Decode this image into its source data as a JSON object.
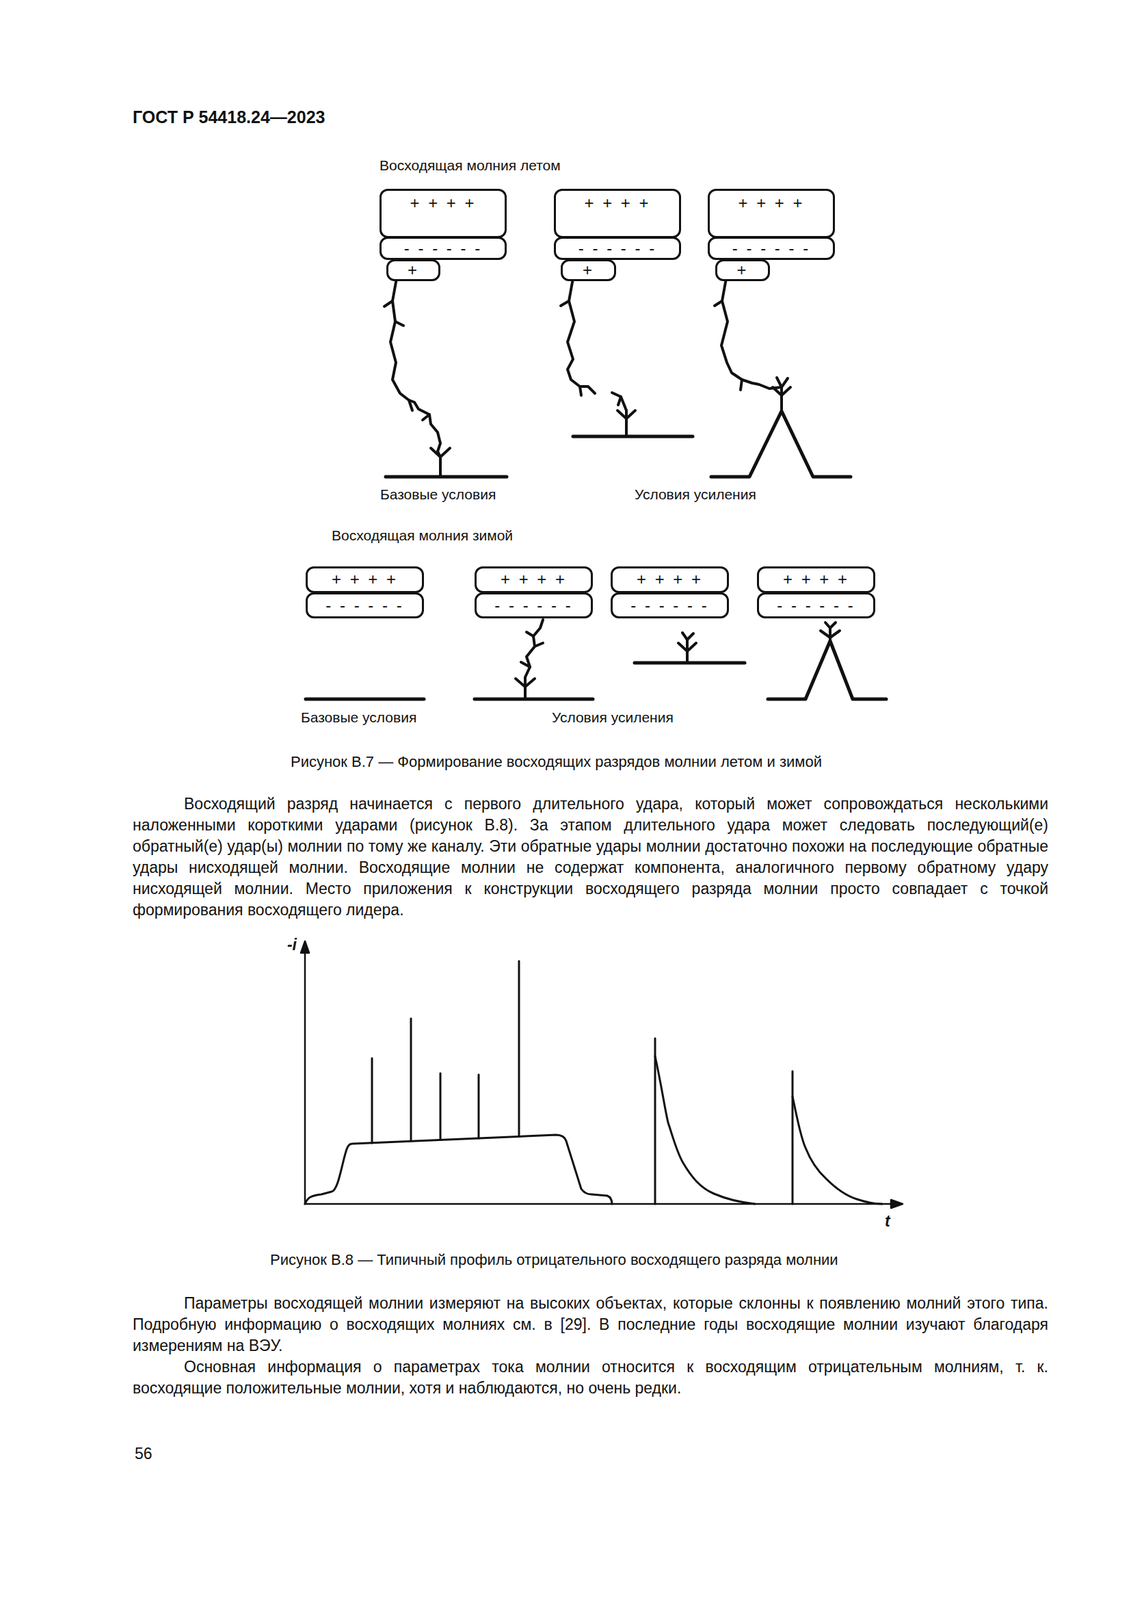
{
  "diagram": {
    "nodes": [
      {
        "text": [
          "+ + + +"
        ]
      },
      {
        "text": [
          "- - - - - -"
        ]
      },
      {
        "text": [
          "+"
        ]
      },
      {
        "text": [
          "+ + + +"
        ]
      },
      {
        "text": [
          "- - - - - -"
        ]
      },
      {
        "text": [
          "+"
        ]
      },
      {
        "text": [
          "+ + + +"
        ]
      },
      {
        "text": [
          "- - - - - -"
        ]
      },
      {
        "text": [
          "+"
        ]
      },
      {
        "text": [
          "+ + + +"
        ]
      },
      {
        "text": [
          "- - - - - -"
        ]
      },
      {
        "text": [
          "+ + + +"
        ]
      },
      {
        "text": [
          "- - - - - -"
        ]
      },
      {
        "text": [
          "+ + + +"
        ]
      },
      {
        "text": [
          "- - - - - -"
        ]
      },
      {
        "text": [
          "+ + + +"
        ]
      },
      {
        "text": [
          "- - - - - -"
        ]
      }
    ],
    "labels": [
      "ГОСТ Р 54418.24—2023",
      "Восходящая молния летом",
      "Базовые условия",
      "Условия усиления",
      "Восходящая молния зимой",
      "Базовые условия",
      "Условия усиления",
      "Рисунок В.7 — Формирование восходящих разрядов молнии летом и зимой",
      "Восходящий разряд начинается с первого длительного удара, который может сопровождаться несколькими наложенными короткими ударами (рисунок В.8). За этапом длительного удара может следовать последующий(е) обратный(е) удар(ы) молнии по тому же каналу. Эти обратные удары молнии достаточно похожи на последующие обратные удары нисходящей молнии. Восходящие молнии не содержат компонента, аналогичного первому обратному удару нисходящей молнии. Место приложения к конструкции восходящего разряда молнии просто совпадает с точкой формирования восходящего лидера.",
      "-i",
      "t",
      "Рисунок В.8 — Типичный профиль отрицательного восходящего разряда молнии",
      "Параметры восходящей молнии измеряют на высоких объектах, которые склонны к появлению молний этого типа. Подробную информацию о восходящих молниях см. в [29]. В последние годы восходящие молнии изучают благодаря измерениям на ВЭУ.",
      "Основная информация о параметрах тока молнии относится к восходящим отрицательным молниям, т. к. восходящие положительные молнии, хотя и наблюдаются, но очень редки.",
      "56"
    ]
  }
}
